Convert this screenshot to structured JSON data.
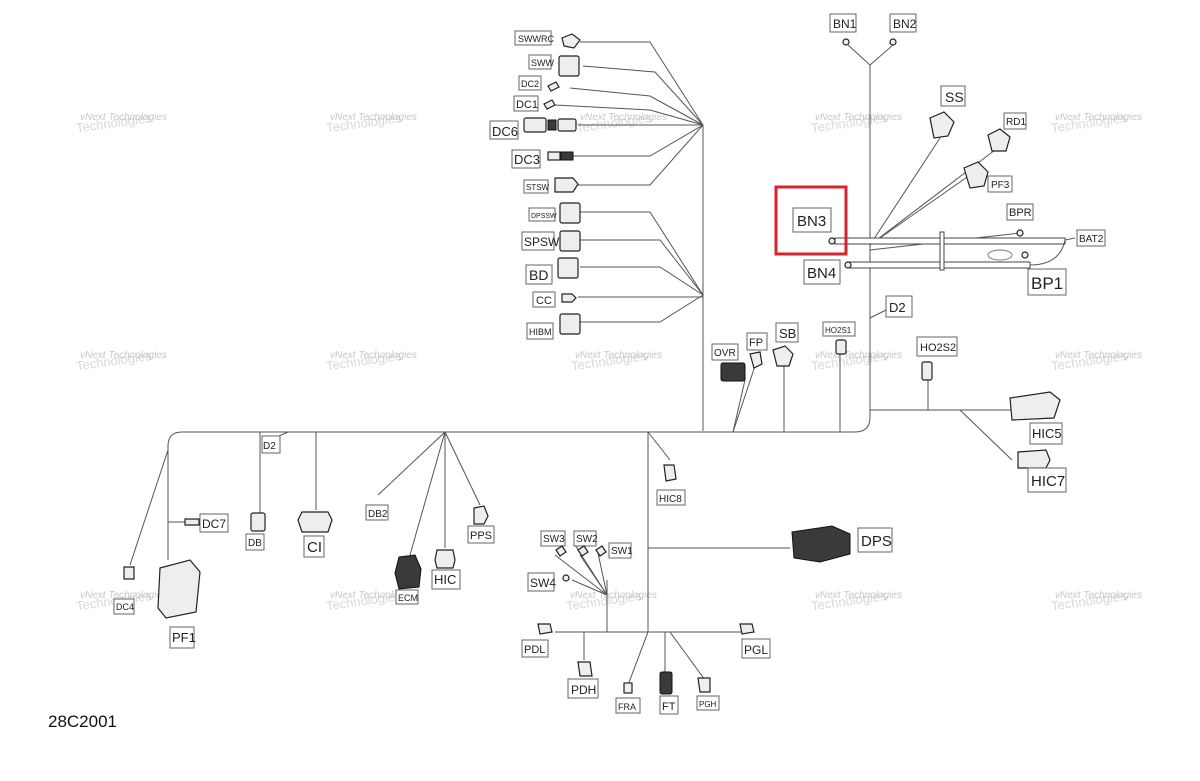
{
  "diagram_code": "28C2001",
  "watermark": {
    "line1": "vNext Technologies",
    "line2": "Technologies"
  },
  "highlight_color": "#d9232d",
  "highlighted_label": "BN3",
  "labels": {
    "SWWRC": "SWWRC",
    "SWW": "SWW",
    "DC2": "DC2",
    "DC1": "DC1",
    "DC6": "DC6",
    "DC3": "DC3",
    "STSW": "STSW",
    "DPSSW": "DPSSW",
    "SPSW": "SPSW",
    "BD": "BD",
    "CC": "CC",
    "HIBM": "HIBM",
    "BN1": "BN1",
    "BN2": "BN2",
    "SS": "SS",
    "RD1": "RD1",
    "PF3": "PF3",
    "BPR": "BPR",
    "BAT2": "BAT2",
    "BN3": "BN3",
    "BN4": "BN4",
    "BP1": "BP1",
    "D2_top": "D2",
    "OVR": "OVR",
    "FP": "FP",
    "SB": "SB",
    "HO2S1": "HO2S1",
    "HO2S2": "HO2S2",
    "HIC5": "HIC5",
    "HIC7": "HIC7",
    "D2_left": "D2",
    "HIC8": "HIC8",
    "DC7": "DC7",
    "DB": "DB",
    "CI": "CI",
    "DB2": "DB2",
    "ECM": "ECM",
    "HIC": "HIC",
    "PPS": "PPS",
    "DC4": "DC4",
    "PF1": "PF1",
    "SW3": "SW3",
    "SW2": "SW2",
    "SW1": "SW1",
    "SW4": "SW4",
    "DPS": "DPS",
    "PDL": "PDL",
    "PGL": "PGL",
    "PDH": "PDH",
    "FRA": "FRA",
    "FT": "FT",
    "PGH": "PGH"
  }
}
